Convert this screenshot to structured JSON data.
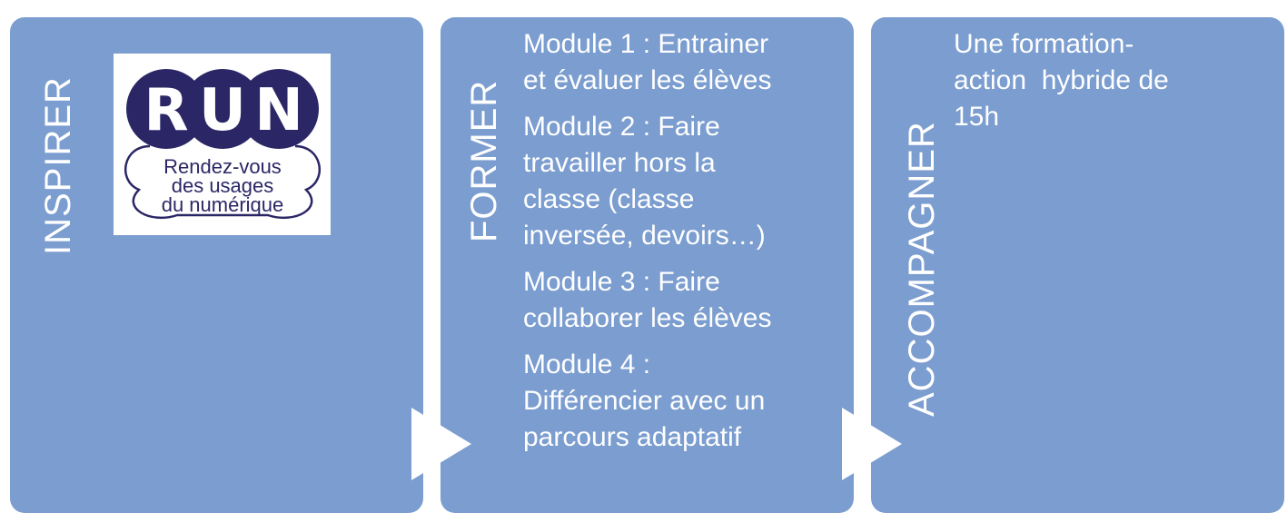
{
  "colors": {
    "panel": "#7b9dcf",
    "logo_navy": "#2b2766",
    "text": "#ffffff"
  },
  "inspirer": {
    "title": "INSPIRER",
    "logo": {
      "letters": [
        "R",
        "U",
        "N"
      ],
      "tagline": [
        "Rendez-vous",
        "des usages",
        "du numérique"
      ]
    }
  },
  "former": {
    "title": "FORMER",
    "modules": [
      {
        "lines": [
          "Module 1 : Entrainer",
          "et évaluer les élèves"
        ]
      },
      {
        "lines": [
          "Module 2 : Faire",
          "travailler hors la",
          "classe (classe",
          "inversée, devoirs…)"
        ]
      },
      {
        "lines": [
          "Module 3 : Faire",
          "collaborer les élèves"
        ]
      },
      {
        "lines": [
          "Module 4 :",
          "Différencier avec un",
          "parcours adaptatif"
        ]
      }
    ]
  },
  "accompagner": {
    "title": "ACCOMPAGNER",
    "lines": [
      "Une formation-",
      "action  hybride de",
      "15h"
    ]
  }
}
